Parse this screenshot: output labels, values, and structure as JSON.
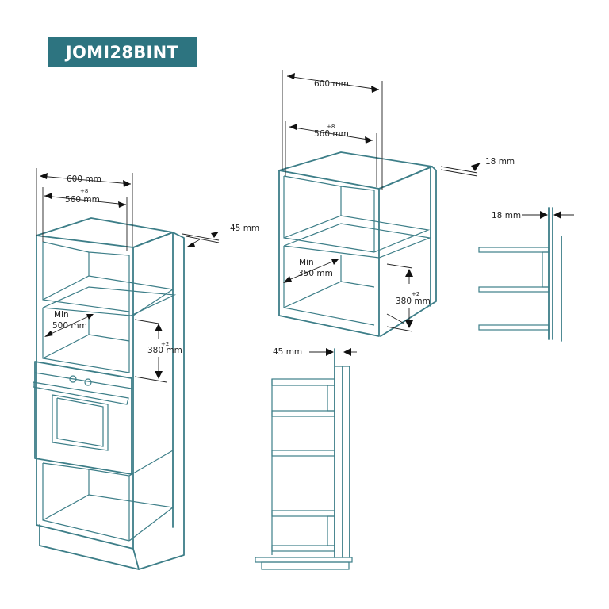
{
  "title": "JOMI28BINT",
  "colors": {
    "badge": "#2d7480",
    "line": "#3d7e88",
    "text": "#222222"
  },
  "left_tall_unit": {
    "width_outer": "600 mm",
    "width_inner": "560 mm",
    "width_inner_tol": "+8",
    "depth_offset": "45 mm",
    "min_label": "Min",
    "min_value": "500 mm",
    "opening_height": "380 mm",
    "opening_height_tol": "+2"
  },
  "right_wall_unit": {
    "width_outer": "600 mm",
    "width_inner": "560 mm",
    "width_inner_tol": "+8",
    "board_thickness": "18 mm",
    "min_label": "Min",
    "min_value": "350 mm",
    "opening_height": "380 mm",
    "opening_height_tol": "+2"
  },
  "side_section_wall": {
    "thickness": "18 mm"
  },
  "side_section_tall": {
    "offset": "45 mm"
  }
}
